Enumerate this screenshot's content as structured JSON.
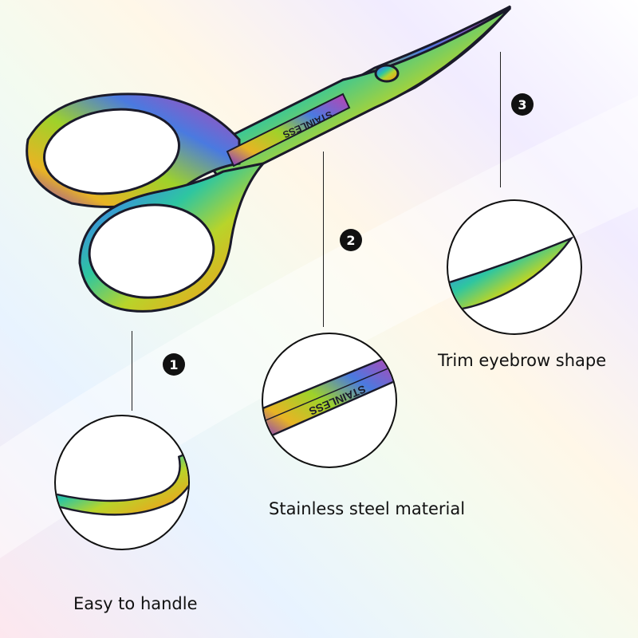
{
  "product": {
    "blade_engraving": "STAINLESS",
    "colors": {
      "iridescent": [
        "#7a2fd6",
        "#3a8fe0",
        "#2ec6a0",
        "#b8d42a",
        "#e0b020",
        "#c040b0"
      ],
      "outline": "#1a1a2a"
    }
  },
  "features": [
    {
      "number": "1",
      "caption": "Easy to handle"
    },
    {
      "number": "2",
      "caption": "Stainless steel material"
    },
    {
      "number": "3",
      "caption": "Trim eyebrow shape"
    }
  ]
}
